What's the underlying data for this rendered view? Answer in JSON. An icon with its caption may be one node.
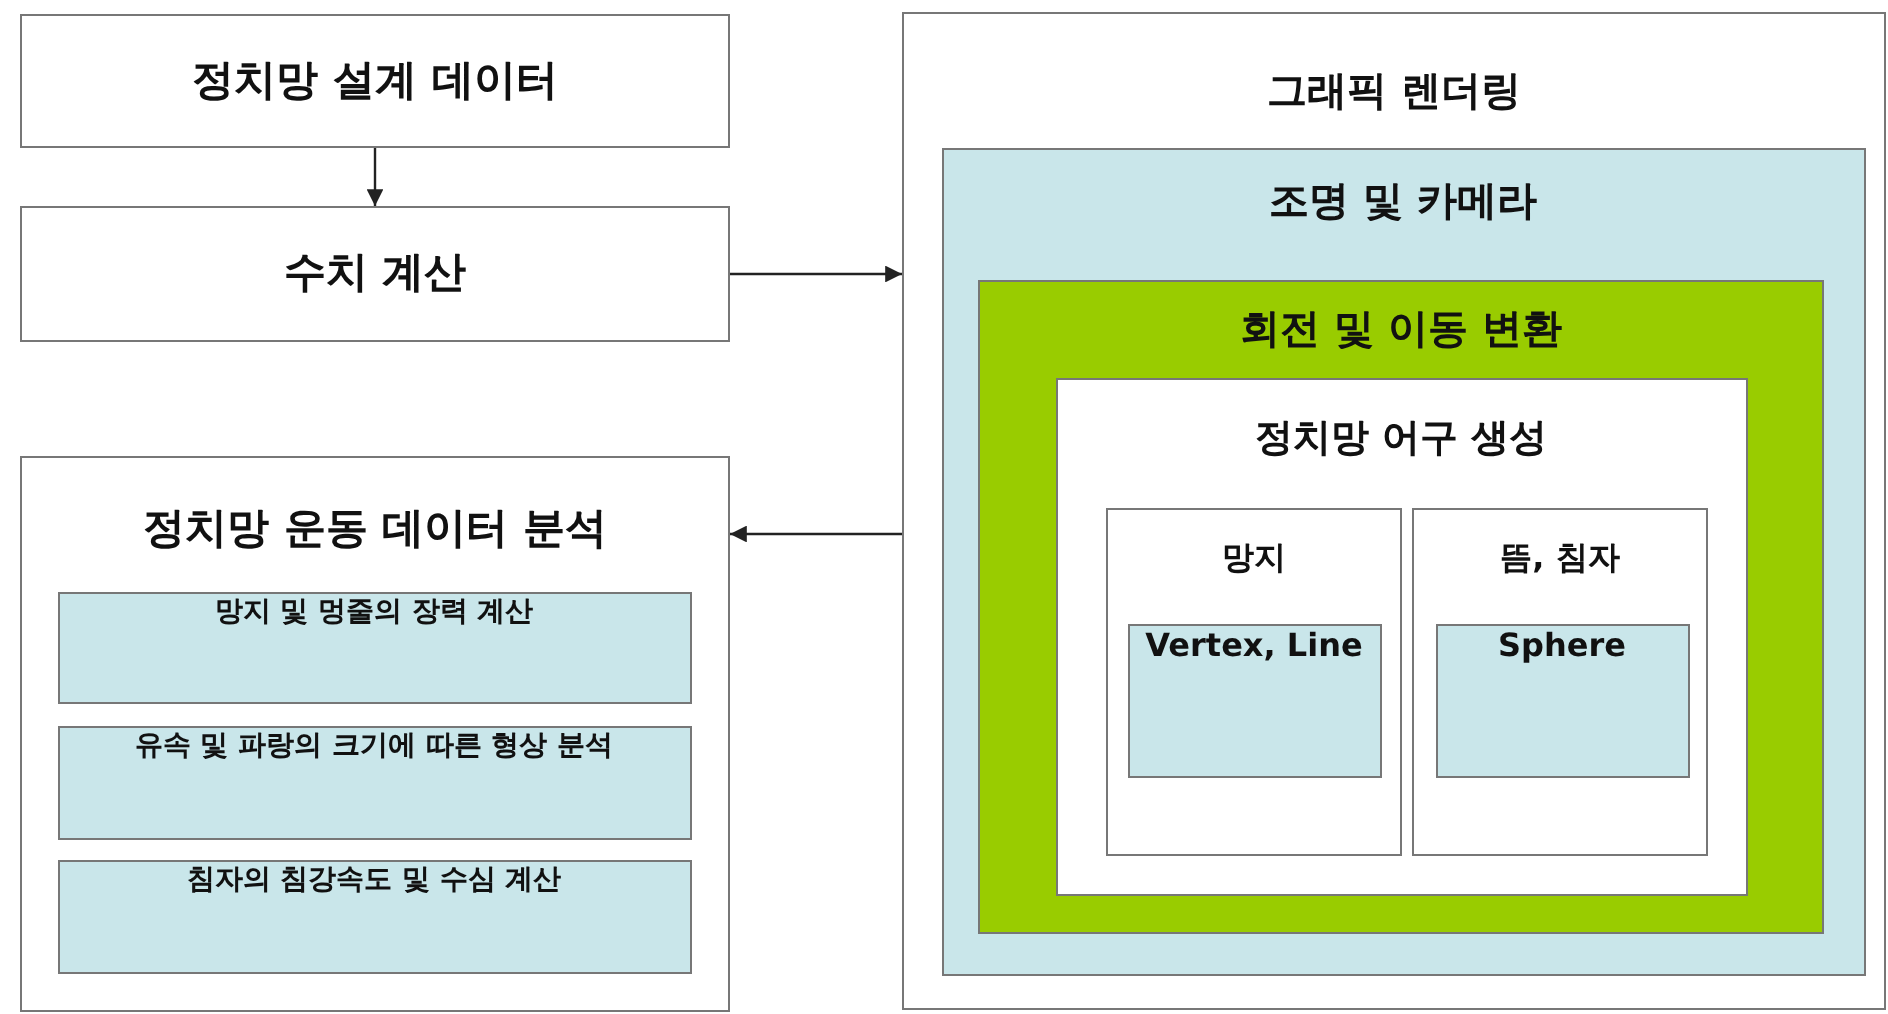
{
  "diagram": {
    "nodes": [
      {
        "text": [
          "정치망 설계 데이터"
        ]
      },
      {
        "text": [
          "수치 계산"
        ]
      },
      {
        "text": [
          "정치망 운동 데이터 분석"
        ]
      },
      {
        "text": [
          "망지 및 멍줄의 장력 계산"
        ],
        "in": 2
      },
      {
        "text": [
          "유속 및 파랑의 크기에 따른 형상 분석"
        ],
        "in": 2
      },
      {
        "text": [
          "침자의 침강속도 및 수심 계산"
        ],
        "in": 2
      },
      {
        "text": [
          "그래픽 렌더링"
        ]
      },
      {
        "text": [
          "조명 및 카메라"
        ],
        "in": 6
      },
      {
        "text": [
          "회전 및 이동 변환"
        ],
        "in": 7
      },
      {
        "text": [
          "정치망 어구 생성"
        ],
        "in": 8
      },
      {
        "text": [
          "망지"
        ],
        "in": 9
      },
      {
        "text": [
          "Vertex, Line"
        ],
        "in": 10
      },
      {
        "text": [
          "뜸, 침자"
        ],
        "in": 9
      },
      {
        "text": [
          "Sphere"
        ],
        "in": 12
      }
    ],
    "edges": [
      {
        "from": 0,
        "to": 1,
        "arrow": "to"
      },
      {
        "from": 1,
        "to": 6,
        "arrow": "to"
      },
      {
        "from": 6,
        "to": 2,
        "arrow": "to"
      }
    ]
  }
}
